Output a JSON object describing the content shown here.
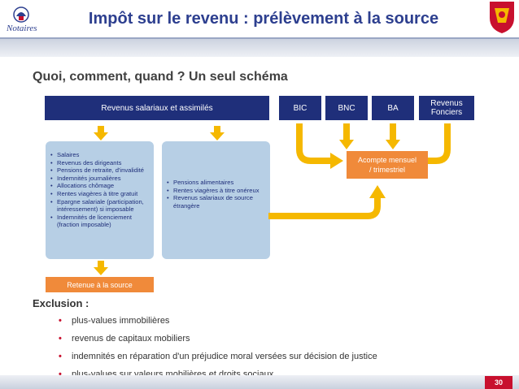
{
  "header": {
    "logo_text": "Notaires",
    "title": "Impôt sur le revenu : prélèvement à la source"
  },
  "subtitle": "Quoi, comment, quand ? Un seul schéma",
  "diagram": {
    "salaried_income": "Revenus salariaux et assimilés",
    "categories": [
      "BIC",
      "BNC",
      "BA"
    ],
    "land_income": [
      "Revenus",
      "Fonciers"
    ],
    "box_left_items": [
      "Salaires",
      "Revenus des dirigeants",
      "Pensions de retraite, d'invalidité",
      "Indemnités journalières",
      "Allocations chômage",
      "Rentes viagères à titre gratuit",
      "Epargne salariale (participation, intéressement) si imposable",
      "Indemnités de licenciement (fraction imposable)"
    ],
    "box_right_items": [
      "Pensions alimentaires",
      "Rentes viagères à titre onéreux",
      "Revenus salariaux de source étrangère"
    ],
    "withholding": "Retenue à la source",
    "installment": [
      "Acompte mensuel",
      "/ trimestriel"
    ]
  },
  "exclusion": {
    "title": "Exclusion :",
    "items": [
      "plus-values immobilières",
      "revenus de capitaux mobiliers",
      "indemnités en réparation d'un préjudice moral versées sur décision de justice",
      "plus-values sur valeurs mobilières et droits sociaux"
    ]
  },
  "footer": {
    "page_number": "30"
  },
  "colors": {
    "navy": "#1f2f7a",
    "orange": "#f08a3a",
    "yellow": "#f5b800",
    "light_blue": "#b7cfe5",
    "red": "#c8102e"
  }
}
